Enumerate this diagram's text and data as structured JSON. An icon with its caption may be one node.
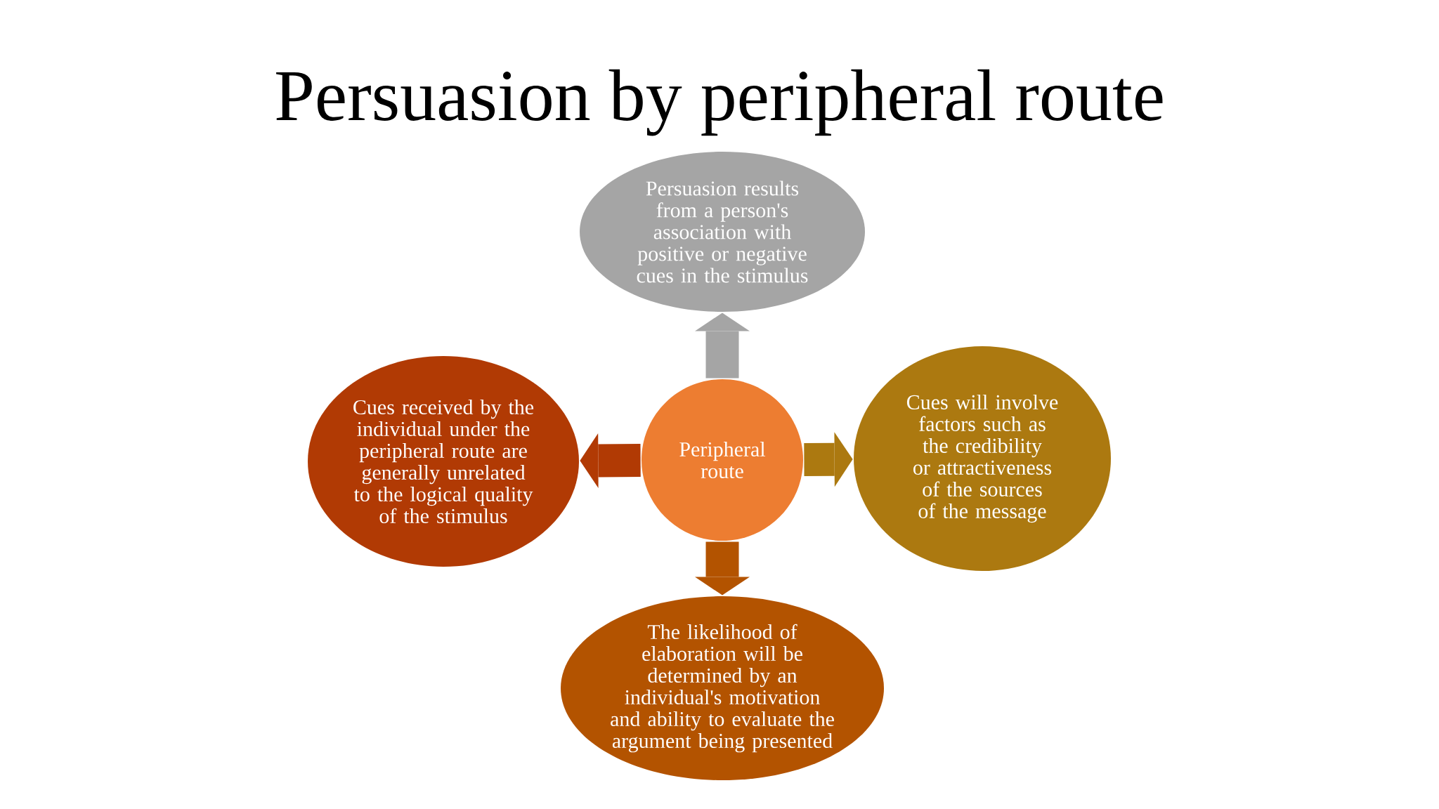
{
  "diagram": {
    "title": "Persuasion by peripheral route",
    "nodes": [
      {
        "text": [
          "Persuasion results from a person's association with positive or negative cues in the stimulus"
        ]
      },
      {
        "text": [
          "Cues received by the individual under the peripheral route are generally unrelated to the logical quality of the stimulus"
        ]
      },
      {
        "text": [
          "Peripheral route"
        ]
      },
      {
        "text": [
          "Cues will involve factors such as the credibility or attractiveness of the sources of the message"
        ]
      },
      {
        "text": [
          "The likelihood of elaboration will be determined by an individual's motivation and ability to evaluate the argument being presented"
        ]
      }
    ],
    "edges": [
      {
        "from": 2,
        "to": 0,
        "arrow": "to",
        "color": "#a5a5a5"
      },
      {
        "from": 2,
        "to": 1,
        "arrow": "to",
        "color": "#b13a04"
      },
      {
        "from": 2,
        "to": 3,
        "arrow": "to",
        "color": "#ac7910"
      },
      {
        "from": 2,
        "to": 4,
        "arrow": "to",
        "color": "#b35300"
      }
    ]
  }
}
